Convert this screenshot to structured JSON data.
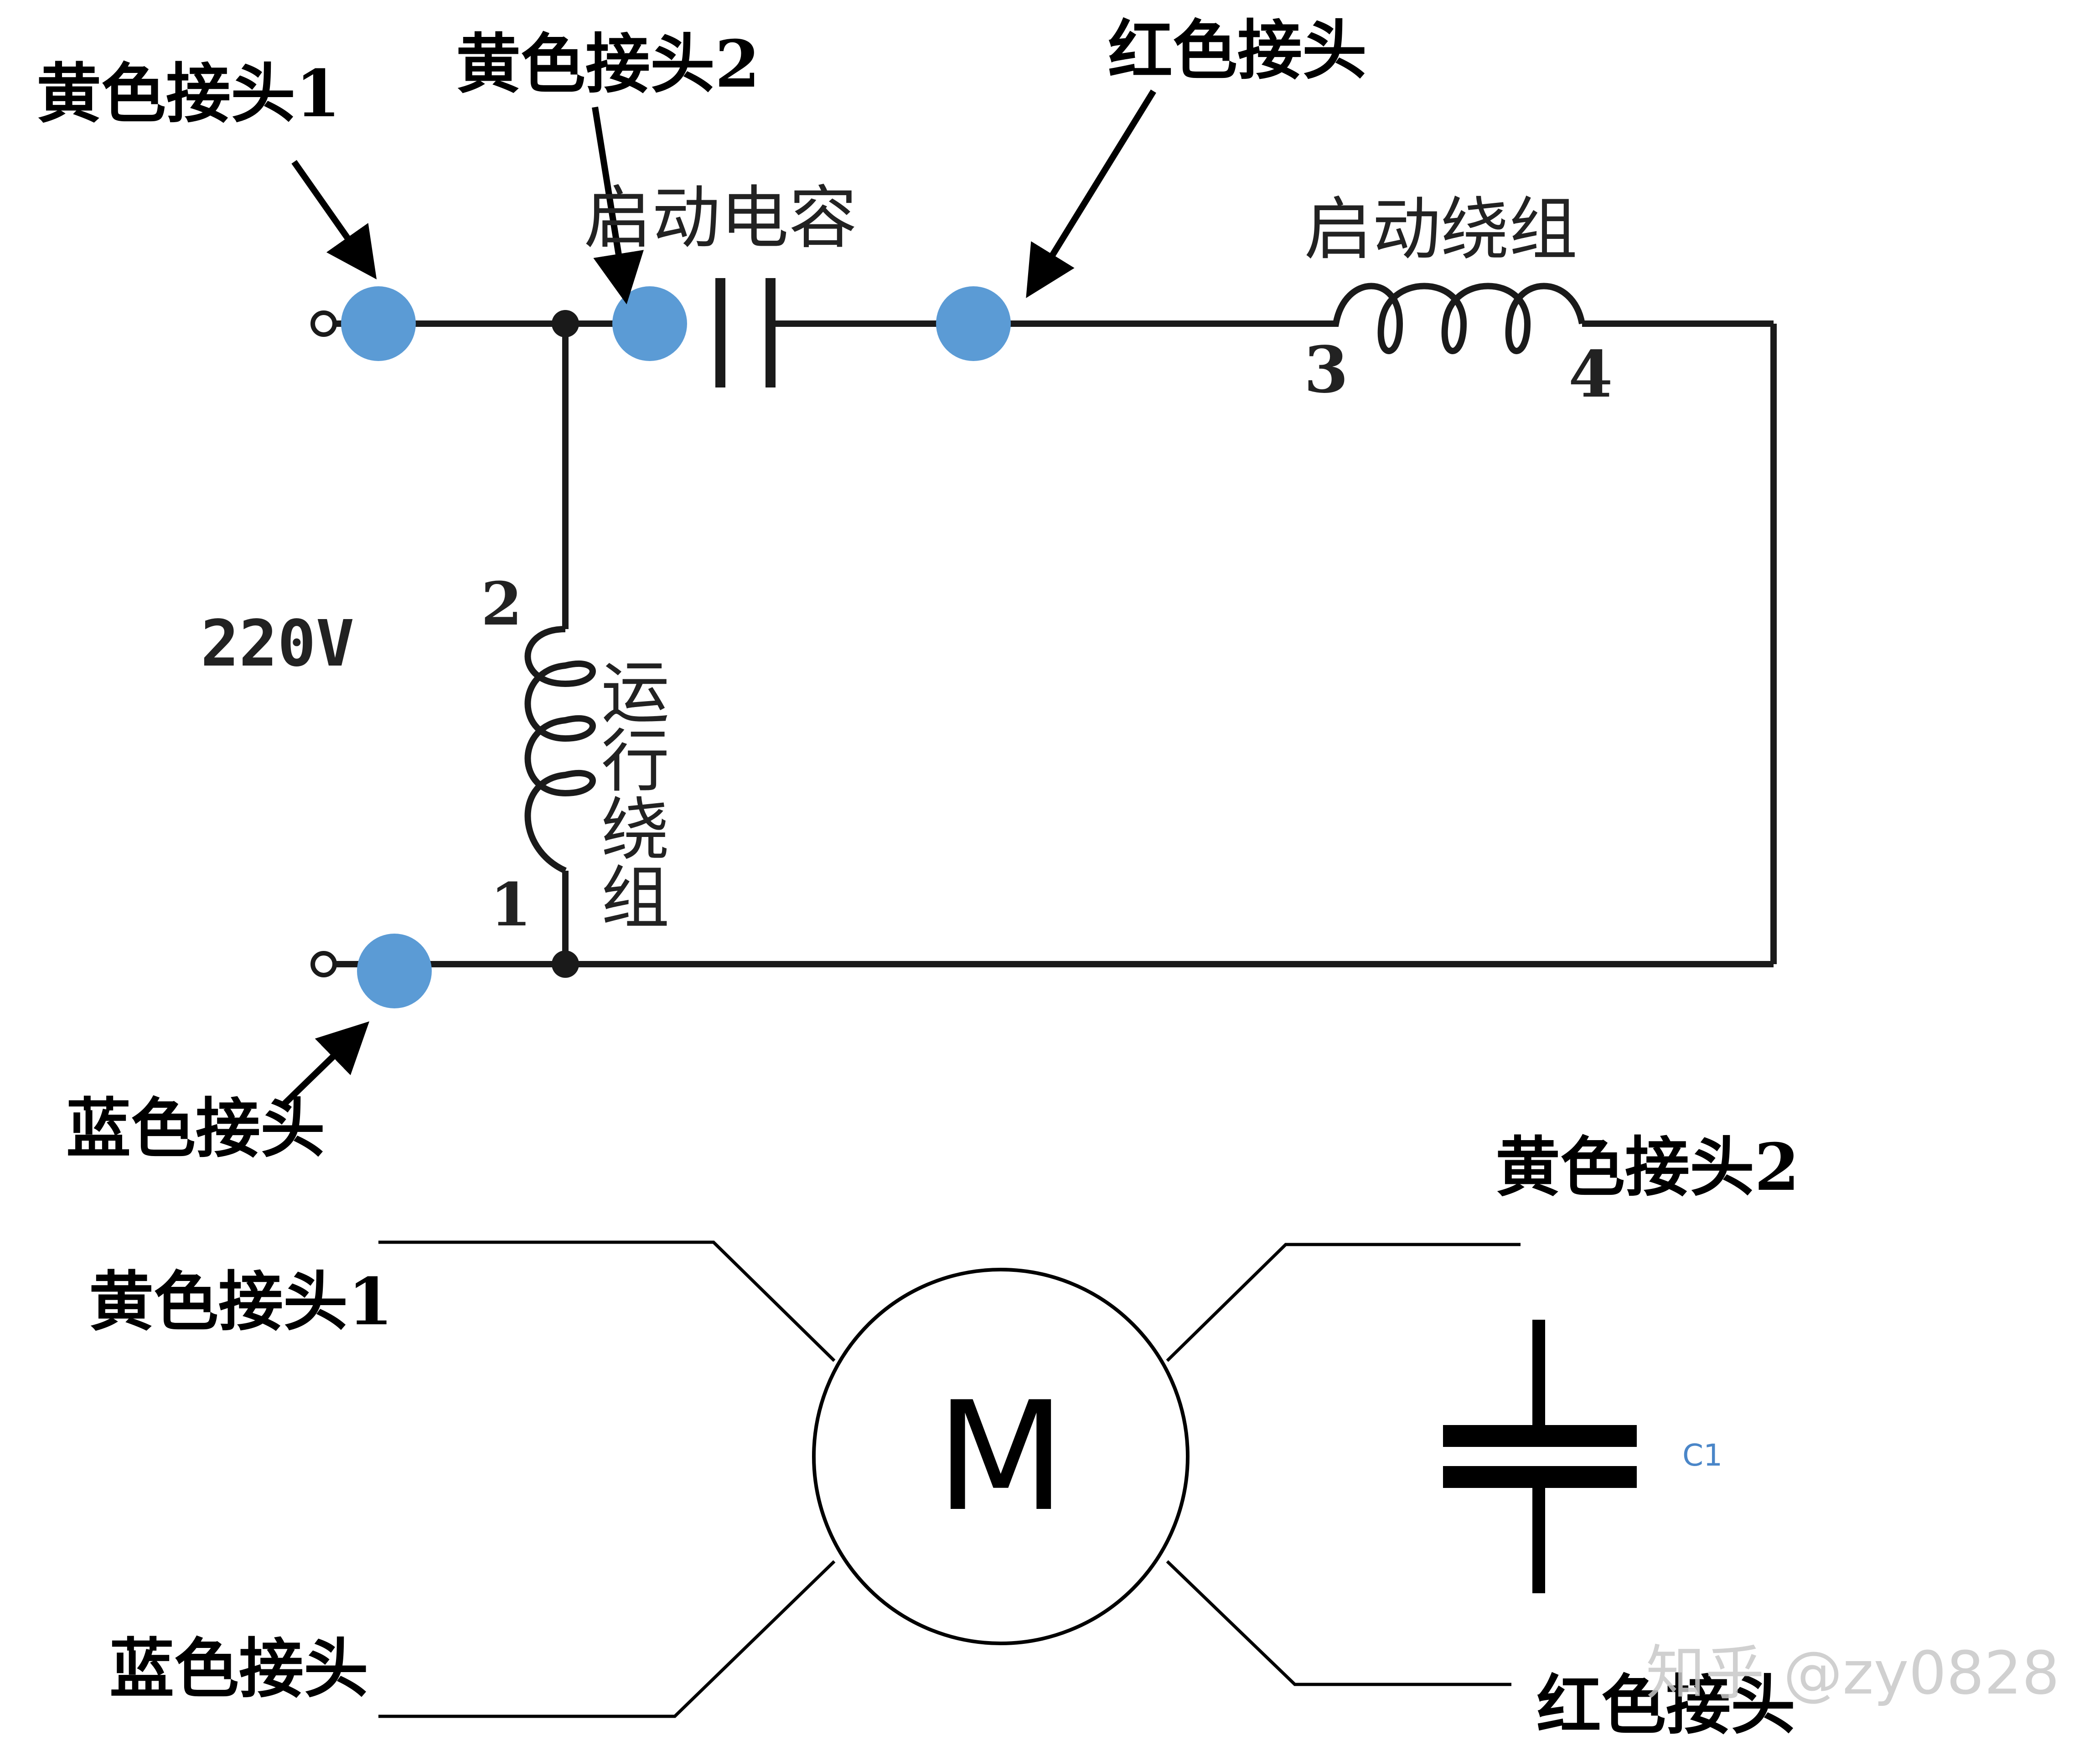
{
  "circuit": {
    "labels": {
      "yellow1": "黄色接头1",
      "yellow2": "黄色接头2",
      "red": "红色接头",
      "blue": "蓝色接头",
      "start_capacitor": "启动电容",
      "start_winding": "启动绕组",
      "run_winding": "运行绕组",
      "voltage": "220V"
    },
    "terminals": {
      "t1": "1",
      "t2": "2",
      "t3": "3",
      "t4": "4"
    }
  },
  "motor": {
    "symbol": "M",
    "labels": {
      "yellow1": "黄色接头1",
      "yellow2": "黄色接头2",
      "blue": "蓝色接头",
      "red": "红色接头"
    },
    "capacitor_label": "C1"
  },
  "watermark": "知乎 @zy0828",
  "colors": {
    "connector_dot": "#5b9bd5",
    "line": "#1a1a1a",
    "capacitor_label": "#4a86c8",
    "watermark": "#c8c8c8"
  }
}
